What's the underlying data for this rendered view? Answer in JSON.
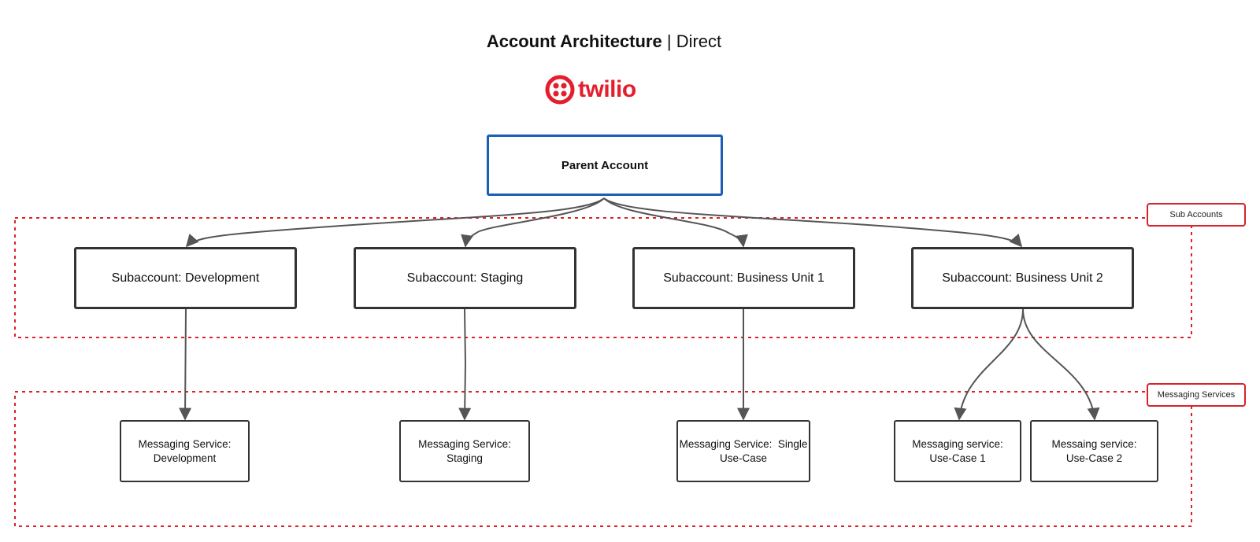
{
  "title": {
    "bold": "Account Architecture",
    "separator": " | ",
    "rest": "Direct"
  },
  "logo": {
    "wordmark": "twilio",
    "color": "#e31e2d",
    "icon": "twilio-logo-icon"
  },
  "colors": {
    "parent_border": "#1a5fb4",
    "region_border": "#d8232a",
    "box_border": "#333333",
    "connector": "#555555"
  },
  "parent": {
    "label": "Parent Account"
  },
  "regions": {
    "sub_accounts": "Sub Accounts",
    "messaging_services": "Messaging Services"
  },
  "subaccounts": [
    {
      "label": "Subaccount: Development"
    },
    {
      "label": "Subaccount: Staging"
    },
    {
      "label": "Subaccount: Business Unit 1"
    },
    {
      "label": "Subaccount: Business Unit 2"
    }
  ],
  "messaging_services": [
    {
      "line1": "Messaging Service:",
      "line2": "Development"
    },
    {
      "line1": "Messaging Service:",
      "line2": "Staging"
    },
    {
      "line1": "Messaging Service:  Single",
      "line2": "Use-Case"
    },
    {
      "line1": "Messaging service:",
      "line2": "Use-Case 1"
    },
    {
      "line1": "Messaing service:",
      "line2": "Use-Case 2"
    }
  ]
}
